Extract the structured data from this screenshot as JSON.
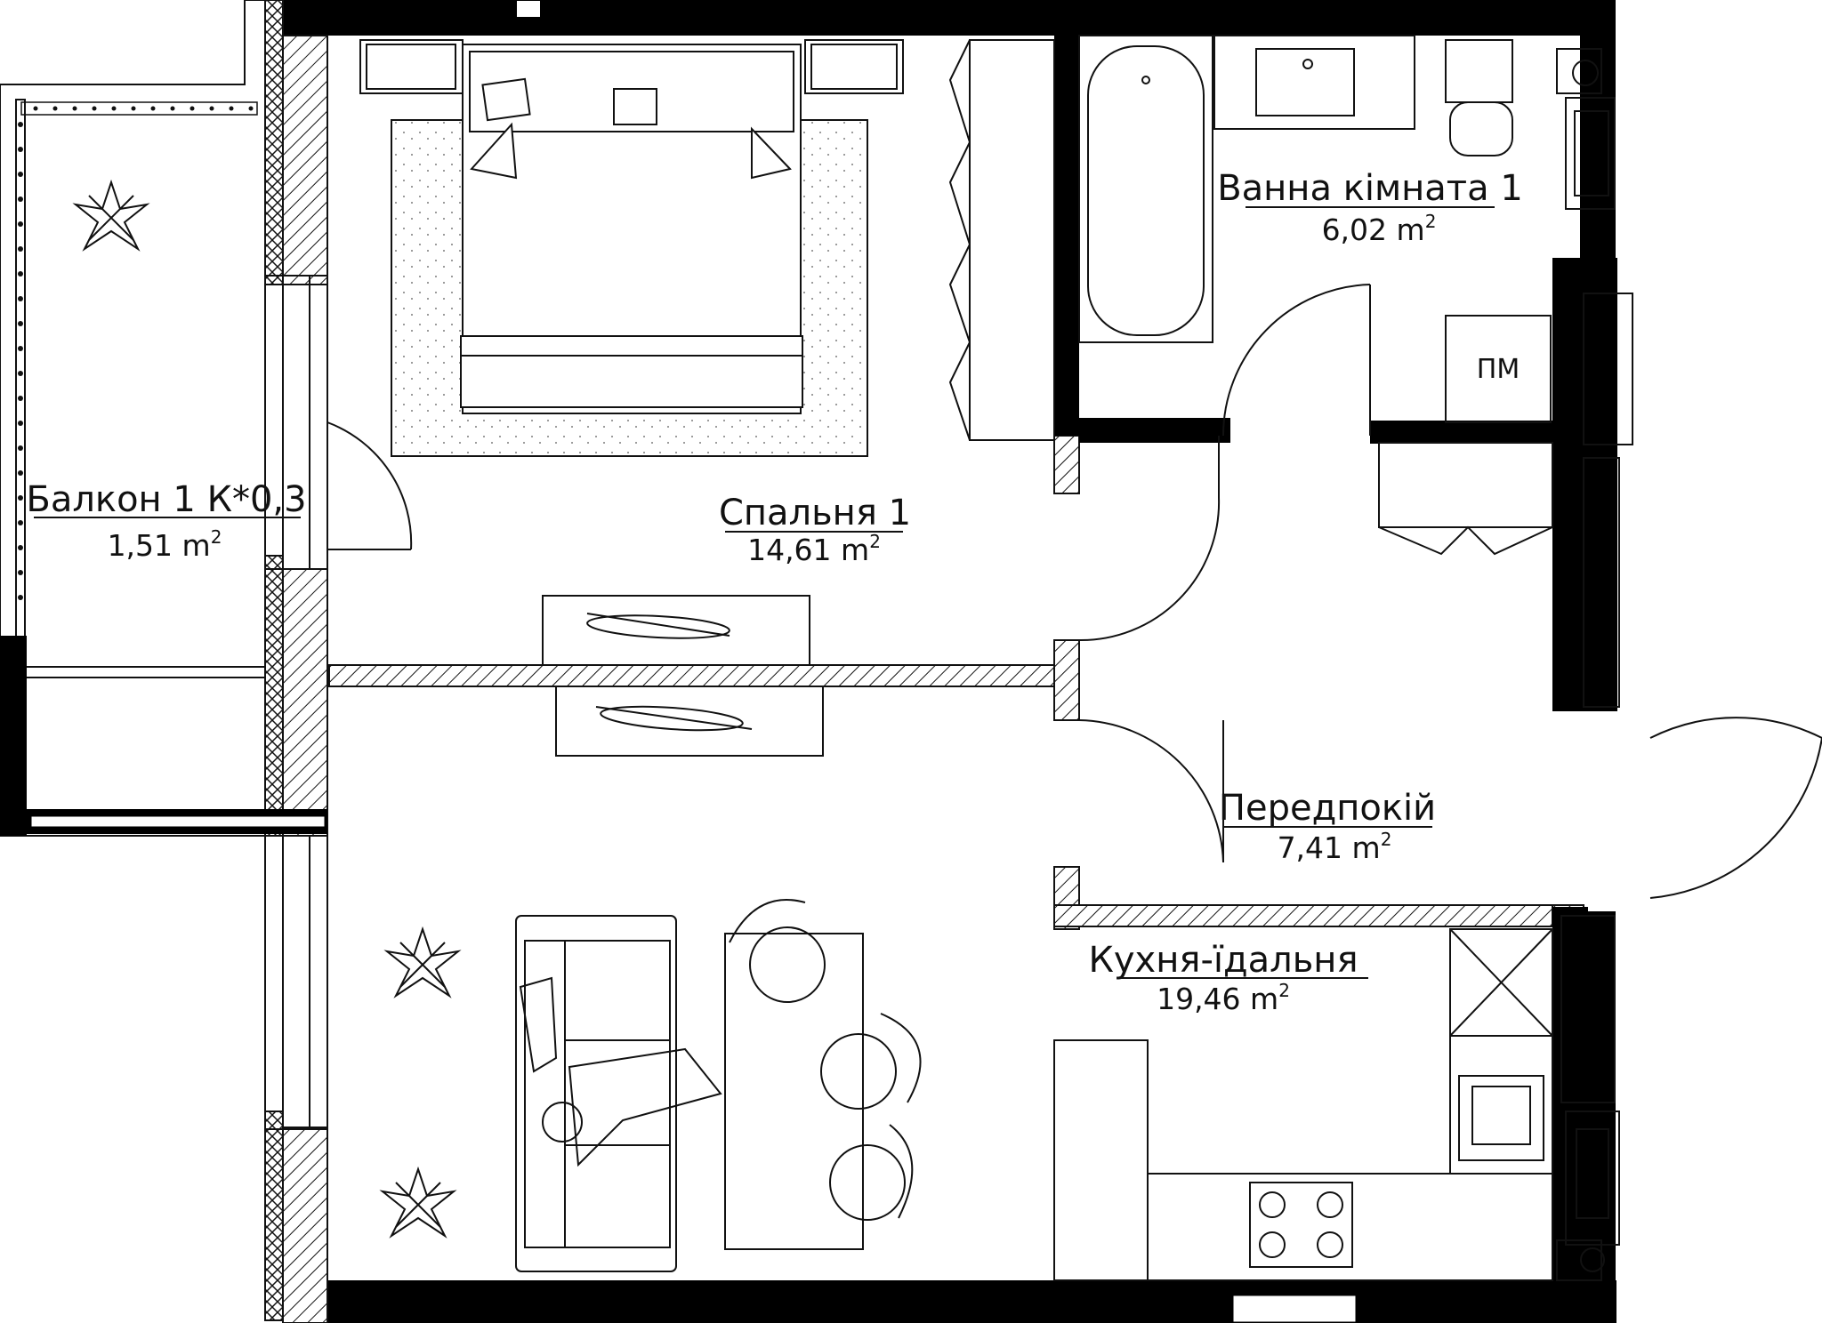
{
  "rooms": {
    "bathroom": {
      "name": "Ванна кімната 1",
      "area": "6,02 m",
      "sup": "2"
    },
    "balcony": {
      "name": "Балкон 1 К*0,3",
      "area": "1,51 m",
      "sup": "2"
    },
    "bedroom": {
      "name": "Спальня 1",
      "area": "14,61 m",
      "sup": "2"
    },
    "hallway": {
      "name": "Передпокій",
      "area": "7,41 m",
      "sup": "2"
    },
    "kitchen": {
      "name": "Кухня-їдальня",
      "area": "19,46 m",
      "sup": "2"
    }
  },
  "labels": {
    "utility": "ПМ"
  },
  "colors": {
    "wall": "#000000",
    "line": "#111111",
    "background": "#ffffff"
  }
}
